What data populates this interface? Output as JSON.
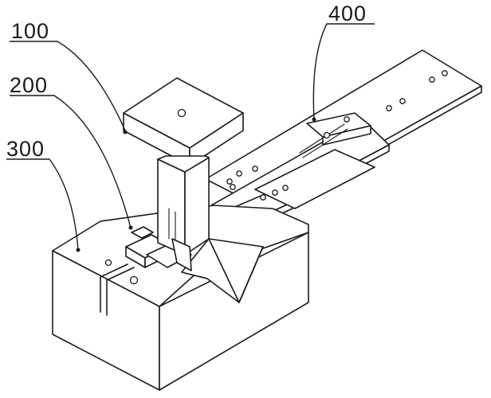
{
  "labels": {
    "part_100": "100",
    "part_200": "200",
    "part_300": "300",
    "part_400": "400"
  }
}
